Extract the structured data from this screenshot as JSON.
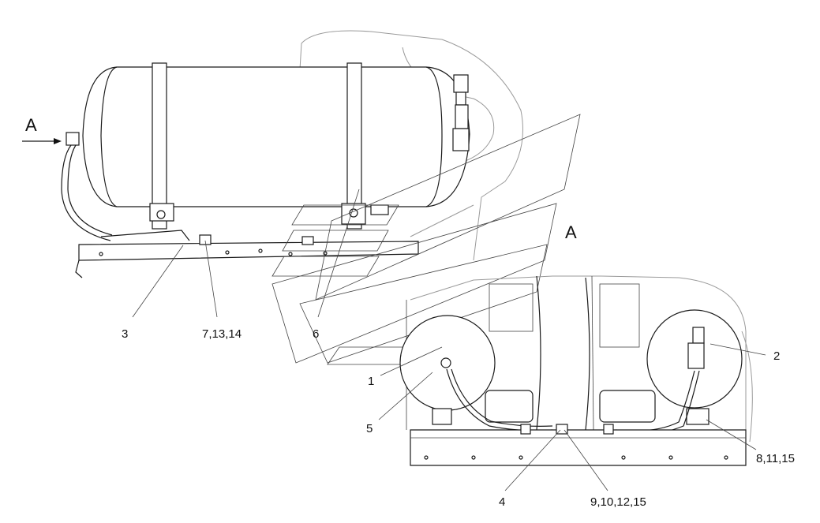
{
  "view_label_left": "A",
  "view_label_right": "A",
  "callouts": {
    "c1": "1",
    "c2": "2",
    "c3": "3",
    "c4": "4",
    "c5": "5",
    "c6": "6",
    "c7": "7,13,14",
    "c8": "8,11,15",
    "c9": "9,10,12,15"
  }
}
